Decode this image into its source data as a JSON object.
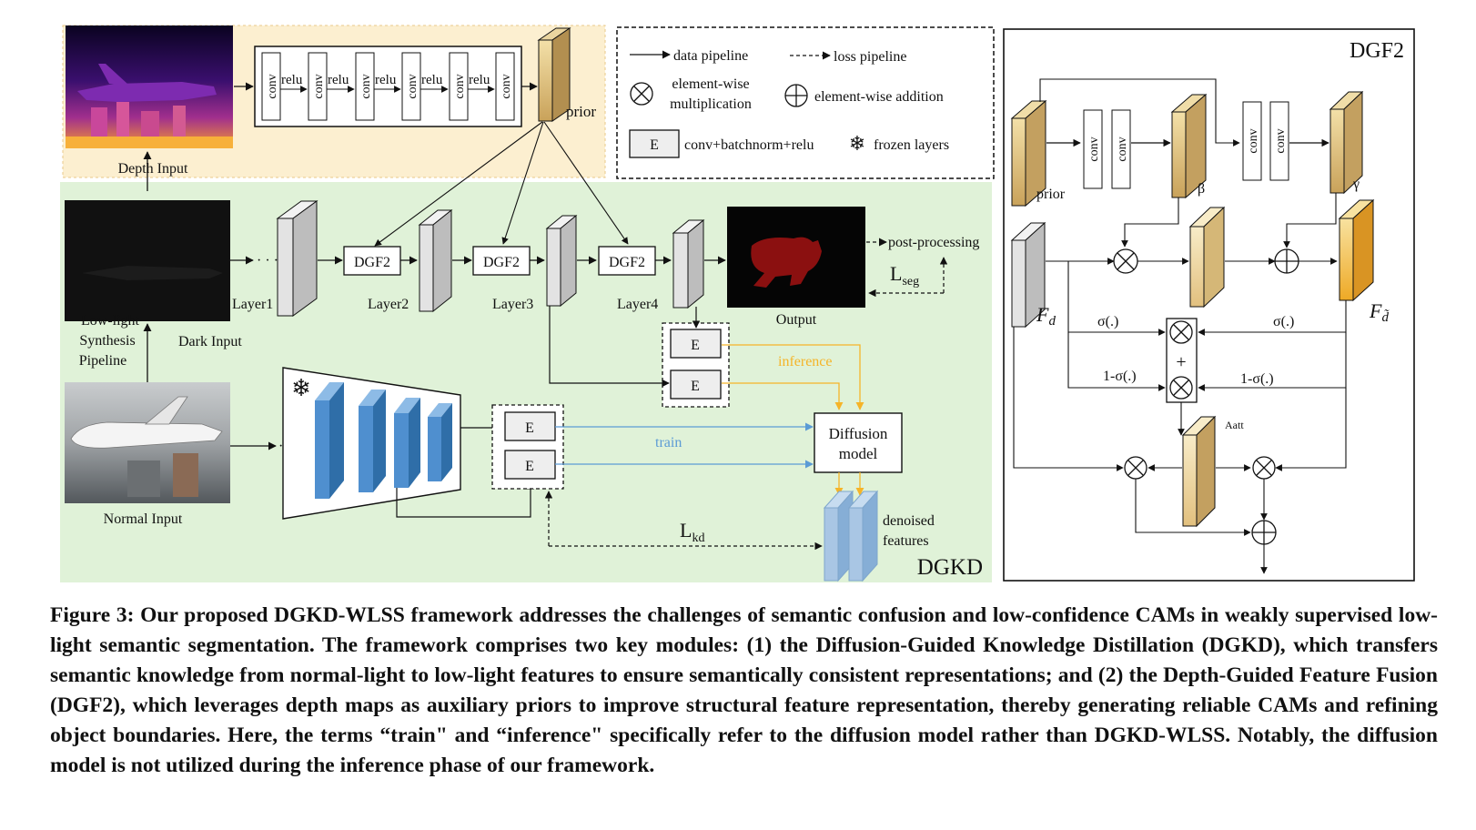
{
  "legend": {
    "data_pipeline": "data pipeline",
    "loss_pipeline": "loss pipeline",
    "mult_line1": "element-wise",
    "mult_line2": "multiplication",
    "addition": "element-wise addition",
    "e_symbol": "E",
    "e_desc": "conv+batchnorm+relu",
    "frozen": "frozen layers"
  },
  "depth_branch": {
    "conv": "conv",
    "relu": "relu",
    "prior": "prior",
    "depth_input": "Depth Input"
  },
  "main": {
    "dots": "· · ·",
    "layers": [
      "Layer1",
      "Layer2",
      "Layer3",
      "Layer4"
    ],
    "dgf2": "DGF2",
    "output": "Output",
    "post_processing": "post-processing",
    "l_seg": "L",
    "l_seg_sub": "seg",
    "e": "E",
    "inference": "inference",
    "train": "train",
    "diffusion_line1": "Diffusion",
    "diffusion_line2": "model",
    "denoised_line1": "denoised",
    "denoised_line2": "features",
    "l_kd": "L",
    "l_kd_sub": "kd",
    "dgkd": "DGKD",
    "low_light": [
      "Low-light",
      "Synthesis",
      "Pipeline"
    ],
    "dark_input": "Dark Input",
    "normal_input": "Normal Input"
  },
  "dgf2_panel": {
    "title": "DGF2",
    "prior": "prior",
    "conv": "conv",
    "beta": "β",
    "gamma": "γ",
    "fd": "F",
    "fd_sub": "d",
    "fd_hat_sub": "d̃",
    "sigma": "σ(.)",
    "one_minus_sigma": "1-σ(.)",
    "plus": "+",
    "aatt": "Aatt"
  },
  "caption": "Figure 3: Our proposed DGKD-WLSS framework addresses the challenges of semantic confusion and low-confidence CAMs in weakly supervised low-light semantic segmentation. The framework comprises two key modules: (1) the Diffusion-Guided Knowledge Distillation (DGKD), which transfers semantic knowledge from normal-light to low-light features to ensure semantically consistent representations; and (2) the Depth-Guided Feature Fusion (DGF2), which leverages depth maps as auxiliary priors to improve structural feature representation, thereby generating reliable CAMs and refining object boundaries. Here, the terms “train\" and “inference\" specifically refer to the diffusion model rather than DGKD-WLSS. Notably, the diffusion model is not utilized during the inference phase of our framework.",
  "colors": {
    "depth_bg": "#fcefd0",
    "main_bg": "#e0f2d8",
    "feature_gold": "#d9b66e",
    "encoder_blue": "#4f8fcf",
    "inference_line": "#f5b428",
    "train_line": "#5b9bd5"
  }
}
